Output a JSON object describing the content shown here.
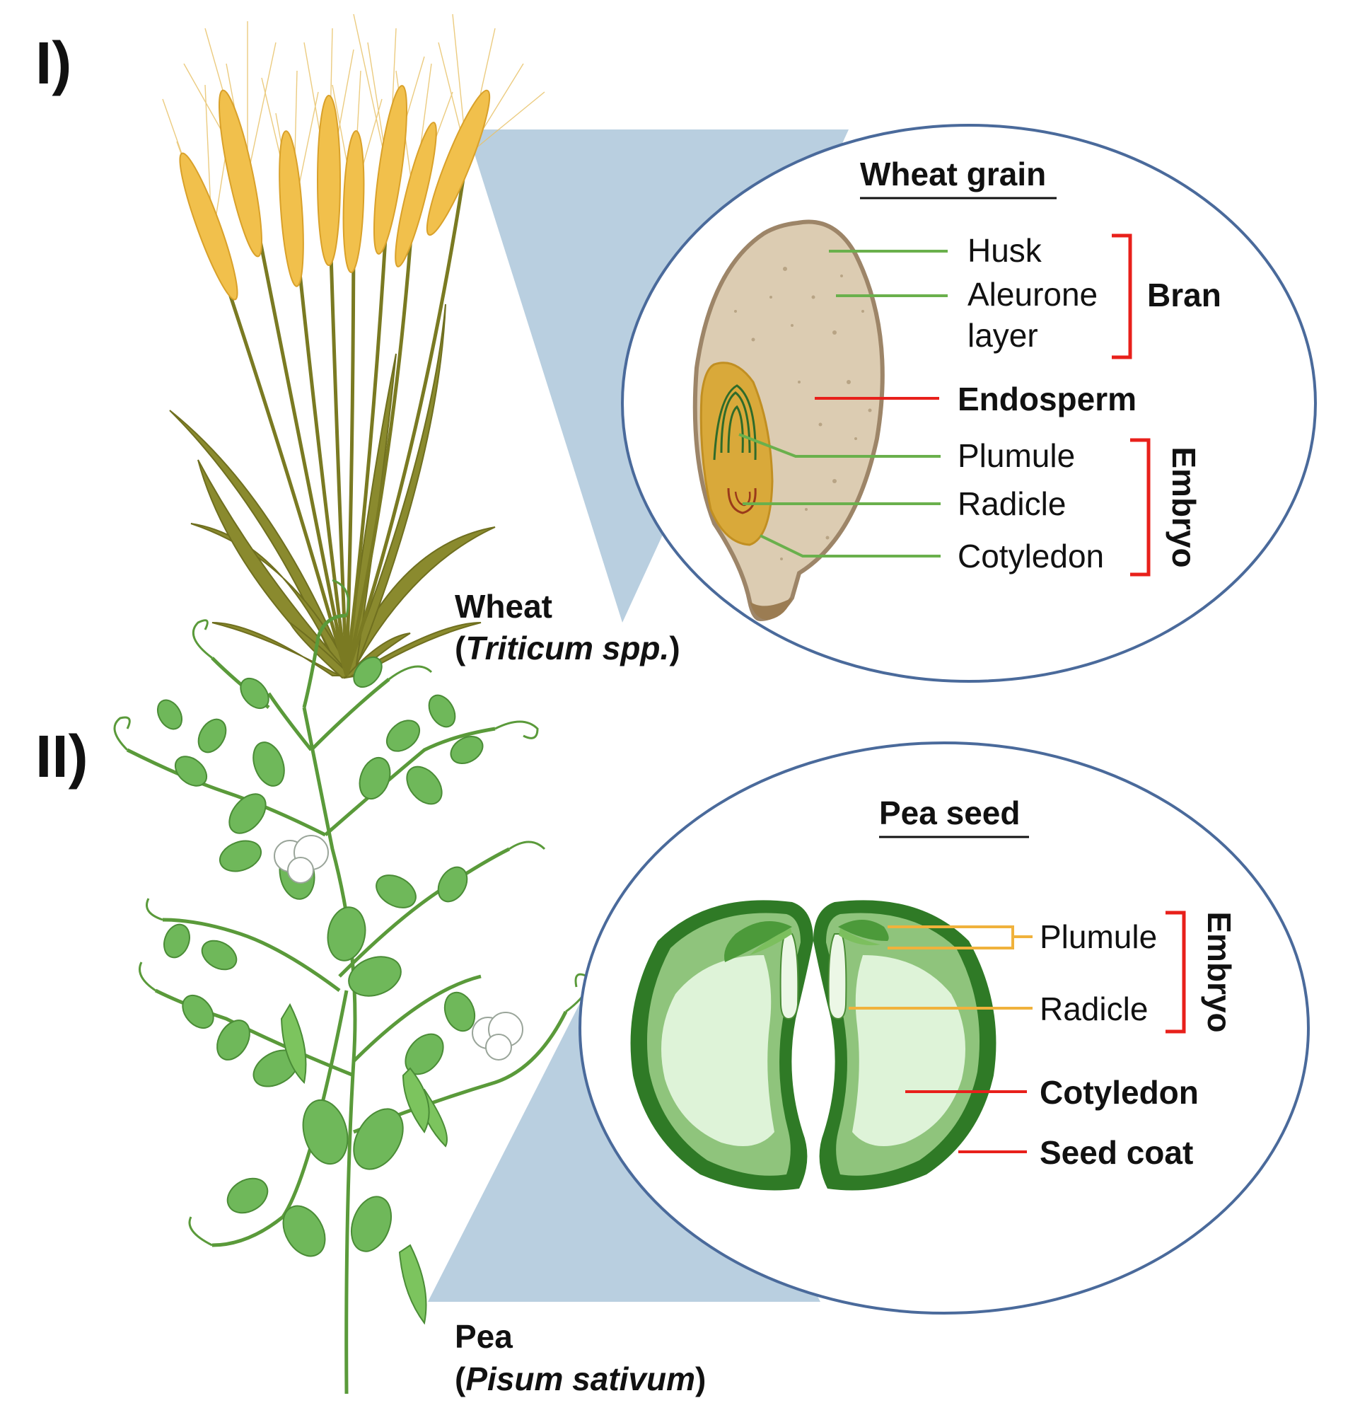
{
  "panel1": {
    "marker": "I)",
    "title": "Wheat grain",
    "plant": {
      "name": "Wheat",
      "scientific": "Triticum spp.",
      "open": "(",
      "close": ")"
    },
    "labels": {
      "husk": "Husk",
      "aleurone_1": "Aleurone",
      "aleurone_2": "layer",
      "endosperm": "Endosperm",
      "plumule": "Plumule",
      "radicle": "Radicle",
      "cotyledon": "Cotyledon"
    },
    "groups": {
      "bran": "Bran",
      "embryo": "Embryo"
    }
  },
  "panel2": {
    "marker": "II)",
    "title": "Pea seed",
    "plant": {
      "name": "Pea",
      "scientific": "Pisum sativum",
      "open": "(",
      "close": ")"
    },
    "labels": {
      "plumule": "Plumule",
      "radicle": "Radicle",
      "cotyledon": "Cotyledon",
      "seed_coat": "Seed coat"
    },
    "groups": {
      "embryo": "Embryo"
    }
  },
  "colors": {
    "zoom_fill": "#b9cfe0",
    "ellipse_stroke": "#4a6a9b",
    "green_line": "#6ab04c",
    "red_line": "#e8201b",
    "orange_line": "#f0b23c",
    "grain_fill": "#dcccb2",
    "embryo_fill": "#d9a93a",
    "pea_dark": "#2f7a26",
    "pea_mid": "#8fc47c",
    "pea_light": "#def3d8"
  }
}
